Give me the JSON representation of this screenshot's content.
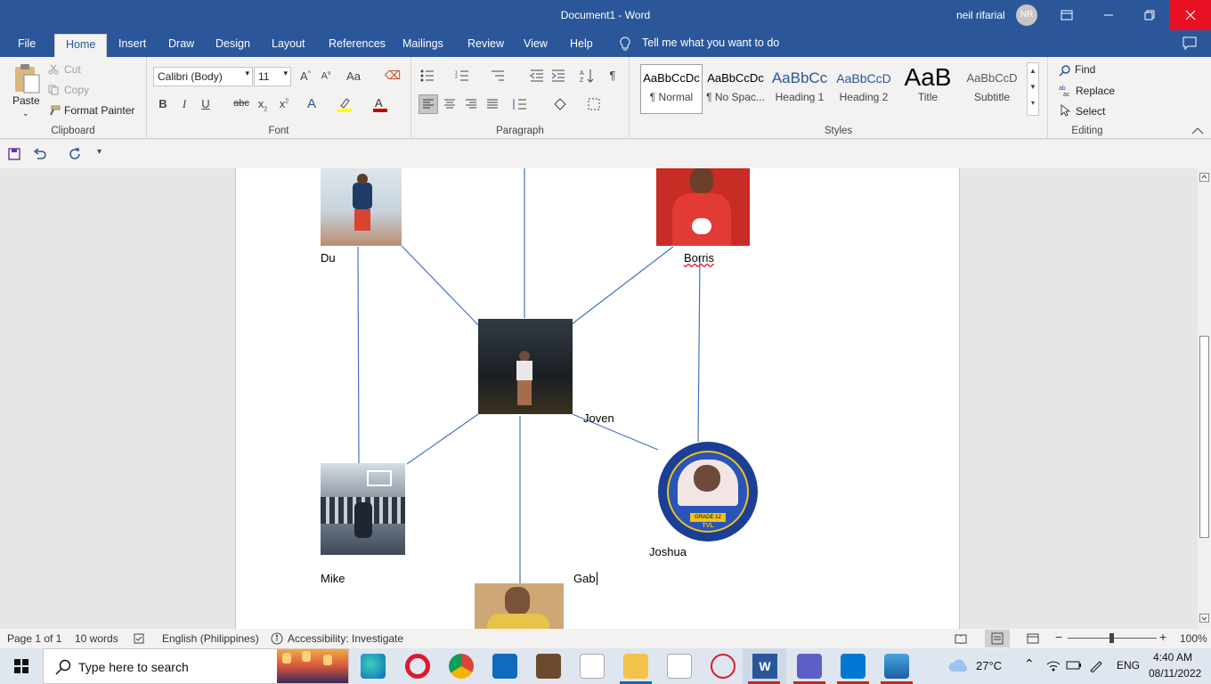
{
  "window": {
    "title": "Document1  -  Word",
    "user_name": "neil rifarial",
    "user_initials": "NR"
  },
  "tabs": [
    "File",
    "Home",
    "Insert",
    "Draw",
    "Design",
    "Layout",
    "References",
    "Mailings",
    "Review",
    "View",
    "Help"
  ],
  "active_tab": "Home",
  "tell_me": "Tell me what you want to do",
  "clipboard": {
    "paste": "Paste",
    "cut": "Cut",
    "copy": "Copy",
    "format_painter": "Format Painter",
    "label": "Clipboard"
  },
  "font": {
    "name": "Calibri (Body)",
    "size": "11",
    "label": "Font"
  },
  "paragraph": {
    "label": "Paragraph"
  },
  "styles": {
    "label": "Styles",
    "items": [
      {
        "sample": "AaBbCcDc",
        "name": "¶ Normal"
      },
      {
        "sample": "AaBbCcDc",
        "name": "¶ No Spac..."
      },
      {
        "sample": "AaBbCc",
        "name": "Heading 1"
      },
      {
        "sample": "AaBbCcD",
        "name": "Heading 2"
      },
      {
        "sample": "AaB",
        "name": "Title"
      },
      {
        "sample": "AaBbCcD",
        "name": "Subtitle"
      }
    ]
  },
  "editing": {
    "find": "Find",
    "replace": "Replace",
    "select": "Select",
    "label": "Editing"
  },
  "document": {
    "names": {
      "du": "Du",
      "borris": "Borris",
      "joven": "Joven",
      "mike": "Mike",
      "joshua": "Joshua",
      "gab": "Gab"
    },
    "badge": {
      "grade": "GRADE 12",
      "track": "TVL"
    }
  },
  "status": {
    "page": "Page 1 of 1",
    "words": "10 words",
    "language": "English (Philippines)",
    "accessibility": "Accessibility: Investigate",
    "zoom": "100%"
  },
  "taskbar": {
    "search": "Type here to search",
    "weather": "27°C",
    "lang": "ENG",
    "time": "4:40 AM",
    "date": "08/11/2022"
  },
  "colors": {
    "accent": "#2b579a",
    "line": "#4472c4"
  }
}
